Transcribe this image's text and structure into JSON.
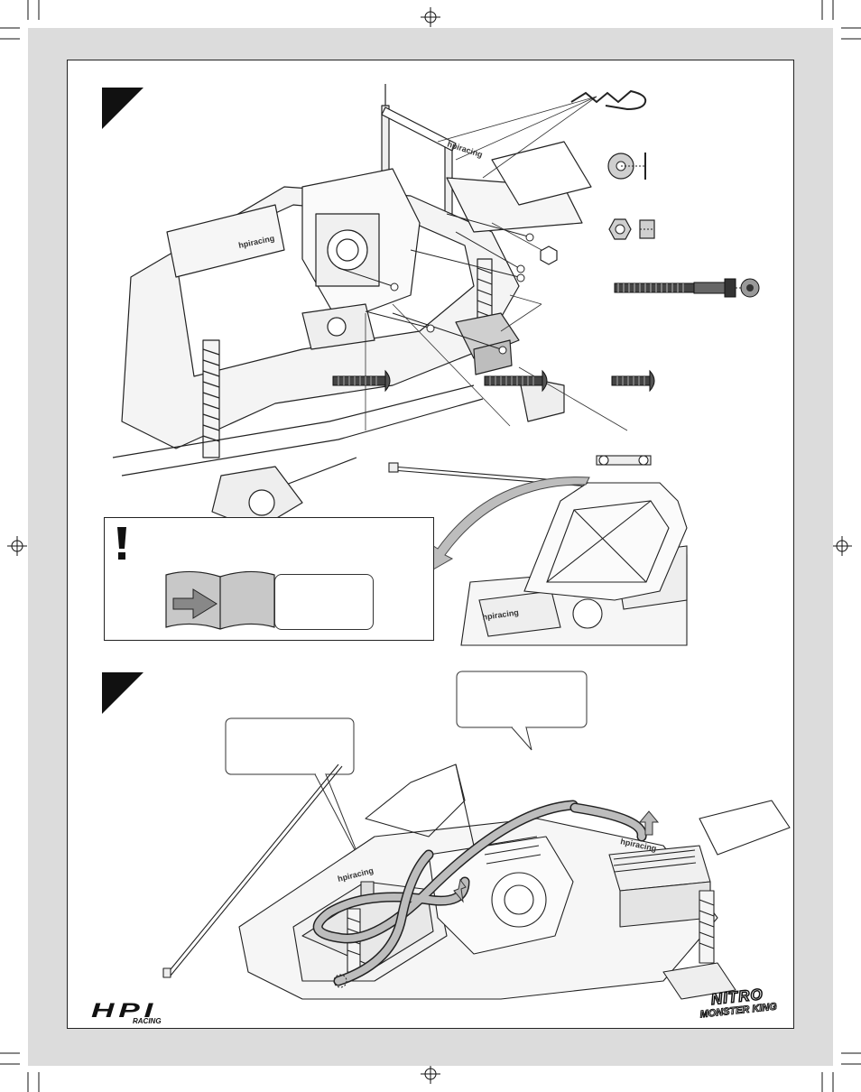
{
  "brand": {
    "left_logo": "HPI",
    "left_logo_sub": "RACING",
    "right_logo_top": "NITRO",
    "right_logo_bottom": "MONSTER KING"
  },
  "decal_text": "hpiracing",
  "colors": {
    "bleed": "#dcdcdc",
    "line": "#222222",
    "part_fill": "#d9d9d9"
  }
}
